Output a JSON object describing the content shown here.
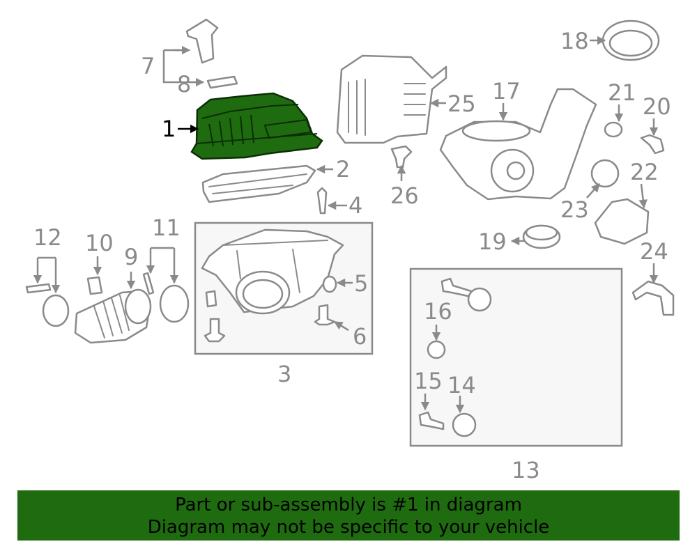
{
  "colors": {
    "highlight": "#1f6b10",
    "line": "#8a8a8a",
    "banner": "#1f6b10"
  },
  "callouts": {
    "c1": "1",
    "c2": "2",
    "c3": "3",
    "c4": "4",
    "c5": "5",
    "c6": "6",
    "c7": "7",
    "c8": "8",
    "c9": "9",
    "c10": "10",
    "c11": "11",
    "c12": "12",
    "c13": "13",
    "c14": "14",
    "c15": "15",
    "c16": "16",
    "c17": "17",
    "c18": "18",
    "c19": "19",
    "c20": "20",
    "c21": "21",
    "c22": "22",
    "c23": "23",
    "c24": "24",
    "c25": "25",
    "c26": "26"
  },
  "highlighted_part": "1",
  "banner": {
    "line1": "Part or sub-assembly is #1 in diagram",
    "line2": "Diagram may not be specific to your vehicle"
  }
}
